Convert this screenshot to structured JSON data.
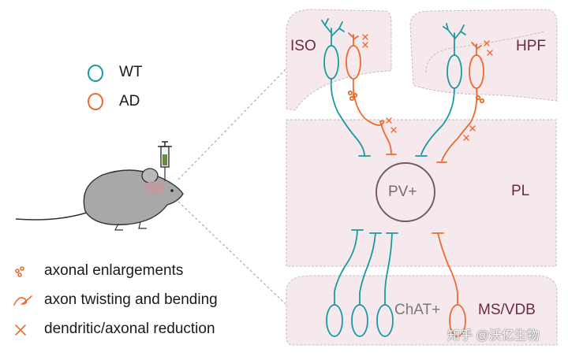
{
  "legend": {
    "wt_label": "WT",
    "ad_label": "AD",
    "wt_color": "#1a9aa0",
    "ad_color": "#ee6a2c"
  },
  "regions": {
    "iso": "ISO",
    "hpf": "HPF",
    "pl": "PL",
    "ms_vdb": "MS/VDB",
    "region_fill": "#f6e9ee",
    "region_label_color": "#6b2a3f"
  },
  "cells": {
    "pv": "PV+",
    "chat": "ChAT+"
  },
  "bottom_legend": {
    "enlargements": "axonal enlargements",
    "twisting": "axon twisting and bending",
    "reduction": "dendritic/axonal reduction"
  },
  "watermark": "知乎 @沃亿生物"
}
